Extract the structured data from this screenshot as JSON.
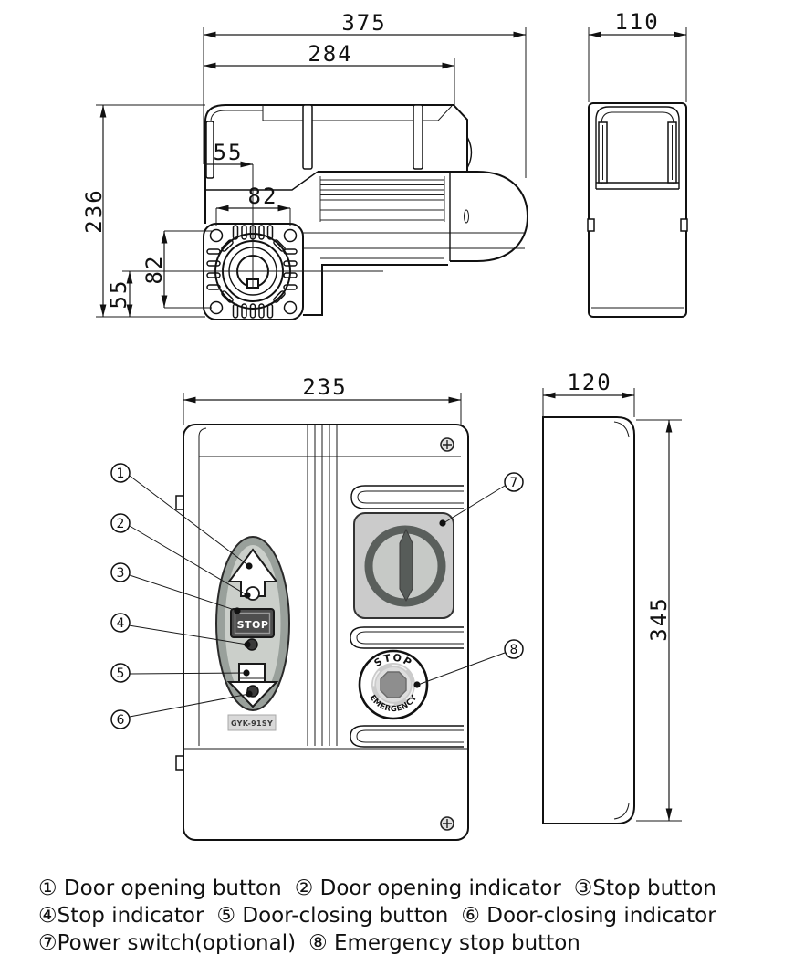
{
  "motor_front": {
    "dim_overall_width": "375",
    "dim_body_width": "284",
    "dim_shaft_offset_x": "55",
    "dim_hole_pitch_x": "82",
    "dim_overall_height": "236",
    "dim_hole_pitch_y": "82",
    "dim_shaft_offset_y": "55"
  },
  "motor_side": {
    "dim_depth": "110"
  },
  "panel_front": {
    "dim_width": "235",
    "stop_button_label": "STOP",
    "model_label": "GYK-91SY",
    "estop_top": "STOP",
    "estop_bottom": "EMERGENCY",
    "callouts": [
      "1",
      "2",
      "3",
      "4",
      "5",
      "6",
      "7",
      "8"
    ]
  },
  "panel_side": {
    "dim_depth": "120",
    "dim_height": "345"
  },
  "legend": {
    "rows": [
      {
        "items": [
          "① Door opening button",
          "② Door opening indicator",
          "③Stop button"
        ]
      },
      {
        "items": [
          "④Stop indicator",
          "⑤ Door-closing button",
          "⑥ Door-closing indicator"
        ]
      },
      {
        "items": [
          "⑦Power switch(optional)",
          "⑧ Emergency stop button"
        ]
      }
    ]
  }
}
